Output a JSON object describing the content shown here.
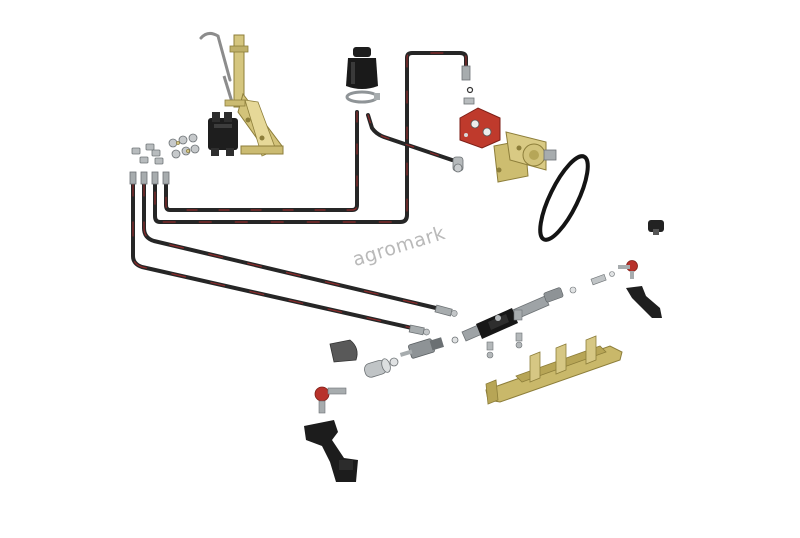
{
  "watermark": {
    "text": "agromark"
  },
  "colors": {
    "hose": "#2a2a2a",
    "hose_stripe": "#9a2a2a",
    "brass": "#c9b46a",
    "steel": "#9aa0a4",
    "dark_part": "#1f1f1f",
    "pump_red": "#c0392b",
    "background": "#ffffff"
  },
  "parts": [
    "hydraulic-hoses",
    "steering-mount-bracket",
    "control-valve-block",
    "oil-reservoir",
    "power-steering-pump",
    "pump-mount-bracket",
    "drive-belt",
    "hydraulic-cylinder",
    "tie-rod-ends",
    "steering-arms",
    "axle-mount-plate",
    "fittings-and-nuts"
  ]
}
